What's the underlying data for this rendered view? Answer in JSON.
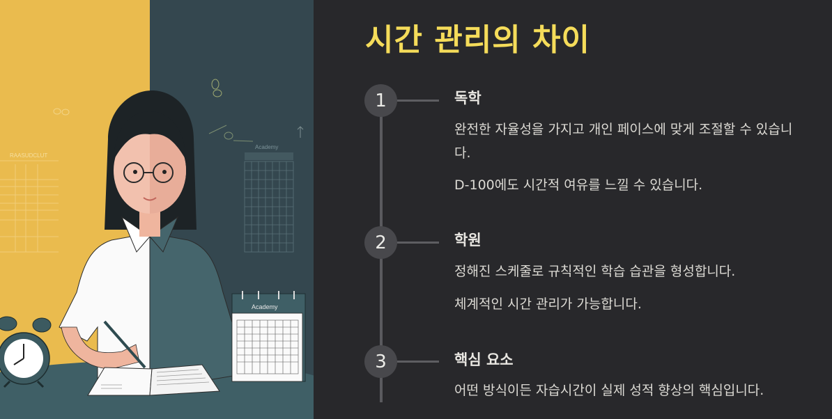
{
  "title": "시간 관리의 차이",
  "colors": {
    "background": "#28282b",
    "title": "#f5dc5a",
    "left_panel_yellow": "#eabb4e",
    "left_panel_slate": "#34474f",
    "step_circle": "#48484c",
    "timeline_line": "#5a5a5e",
    "text": "#dcdad4"
  },
  "illustration": {
    "description": "split illustration of a student studying: yellow left half vs slate right half",
    "left_chart_label": "RAASUDCLUT",
    "right_chart_label": "Academy",
    "calendar_label": "Academy"
  },
  "timeline": {
    "steps": [
      {
        "number": "1",
        "title": "독학",
        "lines": [
          "완전한 자율성을 가지고 개인 페이스에 맞게 조절할 수 있습니다.",
          "D-100에도 시간적 여유를 느낄 수 있습니다."
        ]
      },
      {
        "number": "2",
        "title": "학원",
        "lines": [
          "정해진 스케줄로 규칙적인 학습 습관을 형성합니다.",
          "체계적인 시간 관리가 가능합니다."
        ]
      },
      {
        "number": "3",
        "title": "핵심 요소",
        "lines": [
          "어떤 방식이든 자습시간이 실제 성적 향상의 핵심입니다."
        ]
      }
    ]
  }
}
